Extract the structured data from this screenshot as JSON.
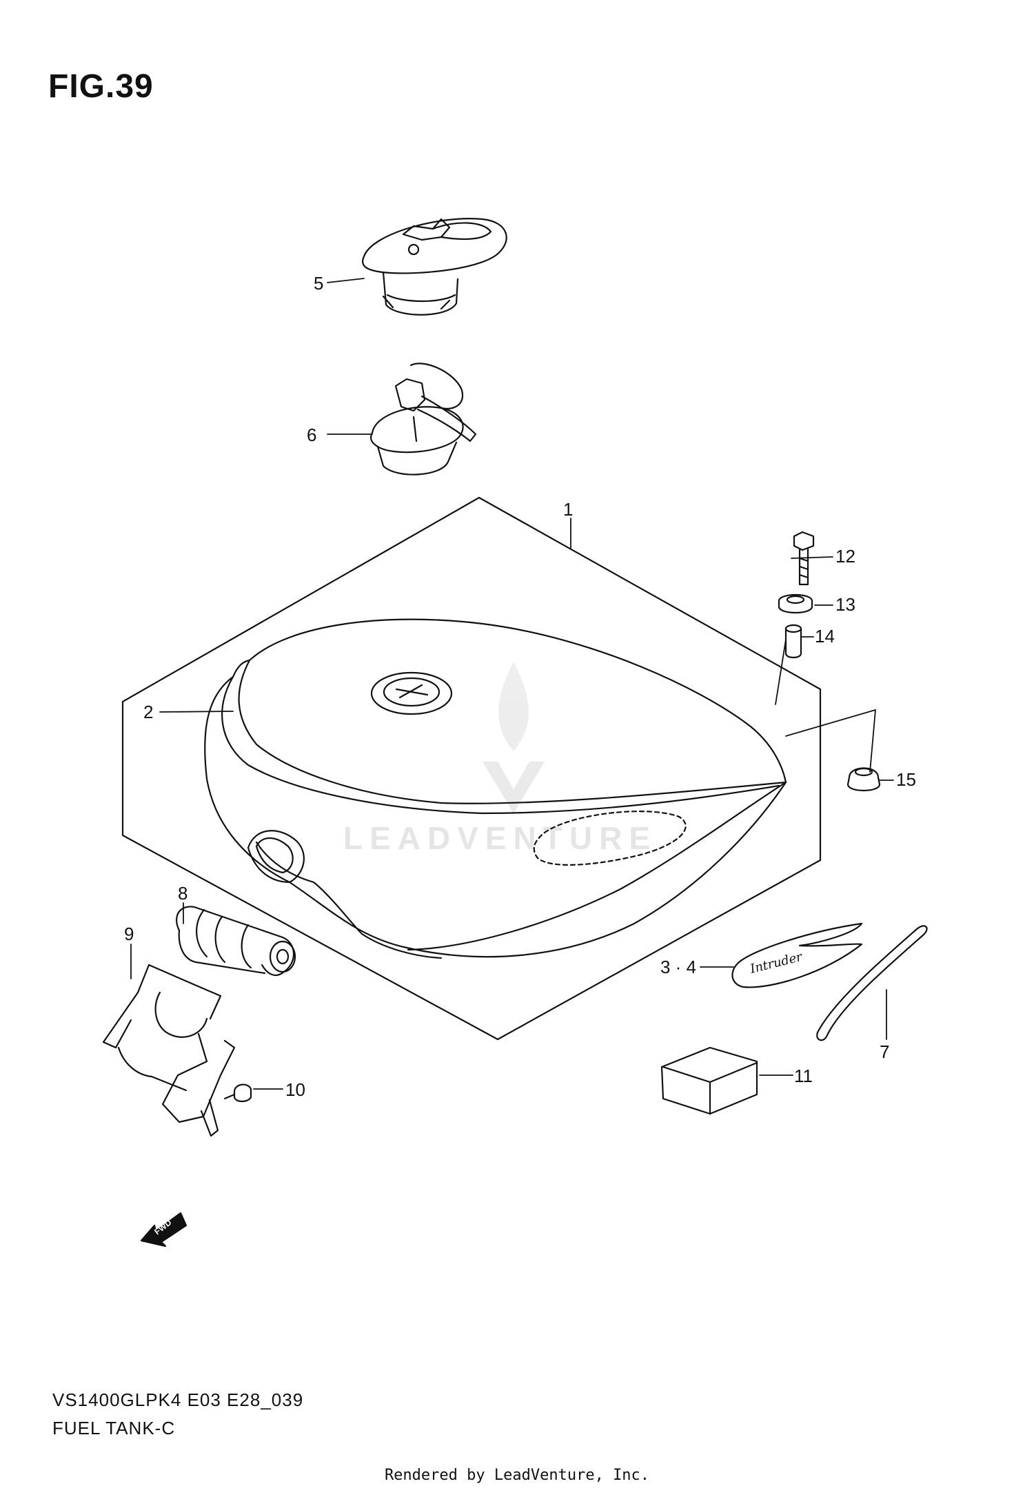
{
  "figure": {
    "title": "FIG.39",
    "model_code": "VS1400GLPK4 E03 E28_039",
    "name": "FUEL TANK-C"
  },
  "callouts": [
    {
      "id": "c1",
      "label": "1"
    },
    {
      "id": "c2",
      "label": "2"
    },
    {
      "id": "c34",
      "label": "3 · 4"
    },
    {
      "id": "c5",
      "label": "5"
    },
    {
      "id": "c6",
      "label": "6"
    },
    {
      "id": "c7",
      "label": "7"
    },
    {
      "id": "c8",
      "label": "8"
    },
    {
      "id": "c9",
      "label": "9"
    },
    {
      "id": "c10",
      "label": "10"
    },
    {
      "id": "c11",
      "label": "11"
    },
    {
      "id": "c12",
      "label": "12"
    },
    {
      "id": "c13",
      "label": "13"
    },
    {
      "id": "c14",
      "label": "14"
    },
    {
      "id": "c15",
      "label": "15"
    }
  ],
  "emblem_text": "Intruder",
  "direction_mark": "FWD",
  "watermark": "LEADVENTURE",
  "footer": "Rendered by LeadVenture, Inc."
}
